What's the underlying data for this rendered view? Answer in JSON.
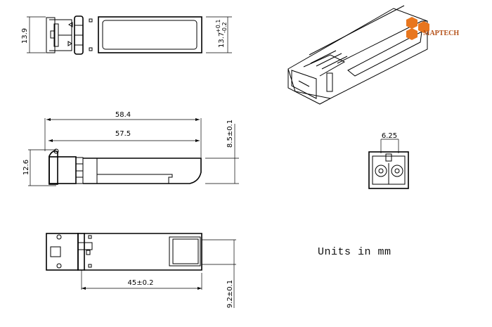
{
  "drawing": {
    "subject": "SFP transceiver module mechanical outline",
    "units_label": "Units in mm"
  },
  "brand": {
    "name": "MAPTECH",
    "color": "#E8761E",
    "text_color": "#B5521A"
  },
  "views": {
    "top_view": {
      "dims": {
        "latch_height": "13.9",
        "body_height_base": "13.7",
        "body_height_tol_plus": "+0.1",
        "body_height_tol_minus": "-0.2"
      }
    },
    "side_view": {
      "dims": {
        "overall_length": "58.4",
        "body_length": "57.5",
        "latch_height": "12.6",
        "body_thickness": "8.5±0.1"
      }
    },
    "front_view": {
      "dims": {
        "port_pitch": "6.25"
      }
    },
    "bottom_view": {
      "dims": {
        "length_from_stop": "45±0.2",
        "width": "9.2±0.1"
      }
    }
  }
}
